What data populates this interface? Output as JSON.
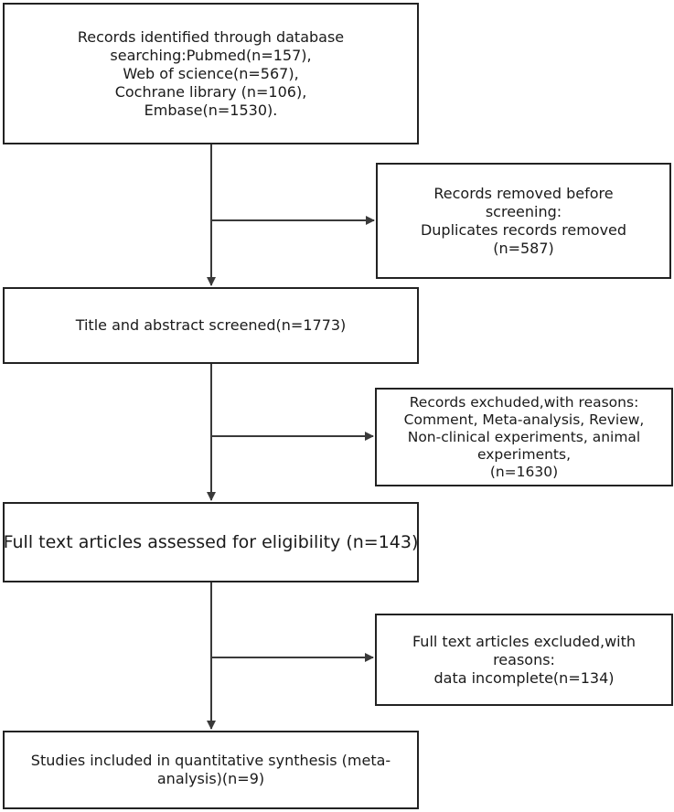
{
  "boxes": {
    "identified": {
      "lines": [
        "Records identified through database",
        "searching:Pubmed(n=157),",
        "Web of science(n=567),",
        "Cochrane library (n=106),",
        "Embase(n=1530)."
      ]
    },
    "removed": {
      "lines": [
        "Records removed before",
        "screening:",
        "Duplicates records removed",
        "(n=587)"
      ]
    },
    "screened": {
      "lines": [
        "Title and abstract screened(n=1773)"
      ]
    },
    "excluded": {
      "lines": [
        "Records exchuded,with reasons:",
        "Comment, Meta-analysis, Review,",
        "Non-clinical experiments, animal",
        "experiments,",
        "(n=1630)"
      ]
    },
    "fulltext": {
      "lines": [
        "Full text articles assessed for eligibility (n=143)"
      ]
    },
    "fulltext_excluded": {
      "lines": [
        "Full text articles excluded,with",
        "reasons:",
        "data incomplete(n=134)"
      ]
    },
    "included": {
      "lines": [
        "Studies included in quantitative synthesis (meta-",
        "analysis)(n=9)"
      ]
    }
  }
}
